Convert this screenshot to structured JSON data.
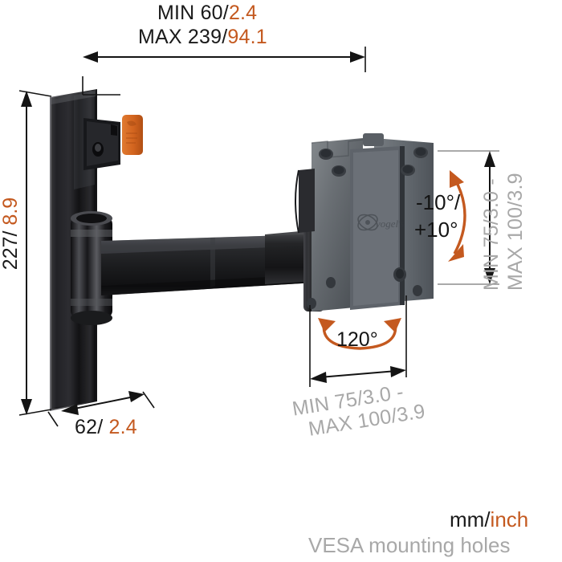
{
  "units_caption": {
    "mm_label": "mm/",
    "inch_label": "inch",
    "vesa_label": "VESA mounting holes"
  },
  "dimensions": {
    "depth_min_max": {
      "line1_mm": "MIN 60/",
      "line1_inch": "2.4",
      "line2_mm": "MAX 239/",
      "line2_inch": "94.1",
      "orientation": "horizontal-top"
    },
    "plate_height": {
      "mm": "227/ ",
      "inch": "8.9",
      "orientation": "vertical-left"
    },
    "plate_width": {
      "mm": "62/ ",
      "inch": "2.4",
      "orientation": "horizontal-bottom-left"
    },
    "vesa_vertical": {
      "line1": "MIN 75/3.0 -",
      "line2": "MAX 100/3.9",
      "orientation": "vertical-right"
    },
    "vesa_horizontal": {
      "line1": "MIN 75/3.0 -",
      "line2": "MAX 100/3.9",
      "orientation": "horizontal-bottom-center"
    }
  },
  "angles": {
    "tilt": {
      "line1": "-10°/",
      "line2": "+10°"
    },
    "swivel": {
      "label": "120°"
    }
  },
  "product": {
    "brand_logo": "vogels-logo",
    "wall_plate": "wall-plate",
    "arm": "articulating-arm",
    "vesa_bracket": "vesa-bracket",
    "release_tab": "orange-release-tab"
  },
  "colors": {
    "accent_orange": "#c4591f",
    "text_black": "#141414",
    "text_gray": "#a8a8a8",
    "metal_gray": "#6f7478",
    "gloss_black": "#1b1b1d",
    "background": "#ffffff"
  }
}
